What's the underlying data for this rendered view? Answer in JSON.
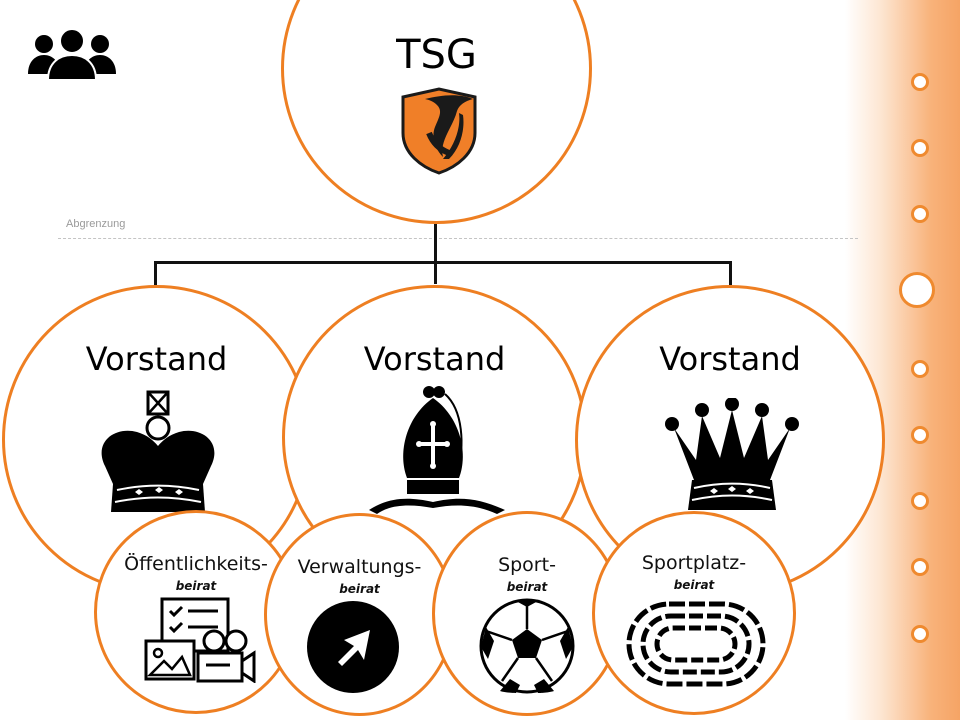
{
  "colors": {
    "accent": "#ee7f22",
    "panel_end": "#f5a465",
    "ink": "#000000"
  },
  "header": {
    "icon": "users-group-icon"
  },
  "organization": {
    "root_title": "TSG",
    "root_icon": "tsg-crest-icon",
    "divider_label": "Abgrenzung",
    "boards": [
      {
        "title": "Vorstand",
        "icon": "chess-king-icon"
      },
      {
        "title": "Vorstand",
        "icon": "chess-bishop-icon"
      },
      {
        "title": "Vorstand",
        "icon": "chess-queen-icon"
      }
    ],
    "councils": [
      {
        "title": "Öffentlichkeits-",
        "caption": "beirat",
        "icon": "public-relations-icon"
      },
      {
        "title": "Verwaltungs-",
        "caption": "beirat",
        "icon": "navigation-arrow-icon"
      },
      {
        "title": "Sport-",
        "caption": "beirat",
        "icon": "soccer-ball-icon"
      },
      {
        "title": "Sportplatz-",
        "caption": "beirat",
        "icon": "stadium-icon"
      }
    ]
  },
  "side_nav": {
    "dots": [
      {
        "label": "slide-1",
        "active": false
      },
      {
        "label": "slide-2",
        "active": false
      },
      {
        "label": "slide-3",
        "active": false
      },
      {
        "label": "slide-4",
        "active": true
      },
      {
        "label": "slide-5",
        "active": false
      },
      {
        "label": "slide-6",
        "active": false
      },
      {
        "label": "slide-7",
        "active": false
      },
      {
        "label": "slide-8",
        "active": false
      },
      {
        "label": "slide-9",
        "active": false
      }
    ]
  }
}
